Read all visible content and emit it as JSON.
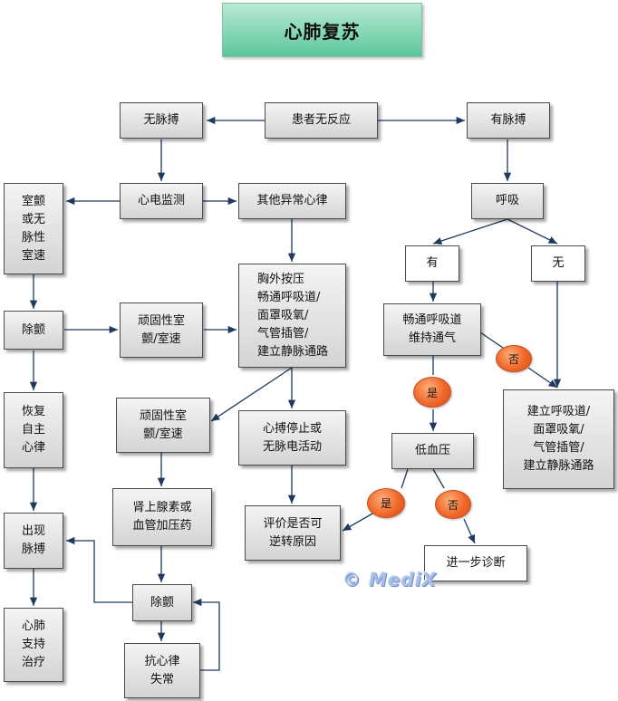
{
  "title": "心肺复苏",
  "nodes": {
    "no_response": "患者无反应",
    "no_pulse": "无脉搏",
    "has_pulse": "有脉搏",
    "ecg": "心电监测",
    "vf_pvt": "室颤\n或无\n脉性\n室速",
    "other_arrhythmia": "其他异常心律",
    "breathing": "呼吸",
    "breathing_yes": "有",
    "breathing_no": "无",
    "cpr_bundle": "胸外按压\n畅通呼吸道/\n面罩吸氧/\n气管插管/\n建立静脉通路",
    "defib_1": "除颤",
    "refractory_1": "顽固性室\n颤/室速",
    "airway": "畅通呼吸道\n维持通气",
    "recovery": "恢复\n自主\n心律",
    "refractory_2": "顽固性室\n颤/室速",
    "asystole_pea": "心搏停止或\n无脉电活动",
    "advanced_airway": "建立呼吸道/\n面罩吸氧/\n气管插管/\n建立静脉通路",
    "hypotension": "低血压",
    "pulse_returns": "出现\n脉搏",
    "vasopressors": "肾上腺素或\n血管加压药",
    "reversible": "评价是否可\n逆转原因",
    "further_dx": "进一步诊断",
    "defib_2": "除颤",
    "cpr_support": "心肺\n支持\n治疗",
    "antiarrhythmic": "抗心律\n失常"
  },
  "decisions": {
    "airway_no": "否",
    "airway_yes": "是",
    "hypo_yes": "是",
    "hypo_no": "否"
  },
  "watermark": "© MediX",
  "colors": {
    "edge": "#1e3a5f",
    "decision_fill": "#f0672a",
    "title_fill": "#5cc79b"
  }
}
